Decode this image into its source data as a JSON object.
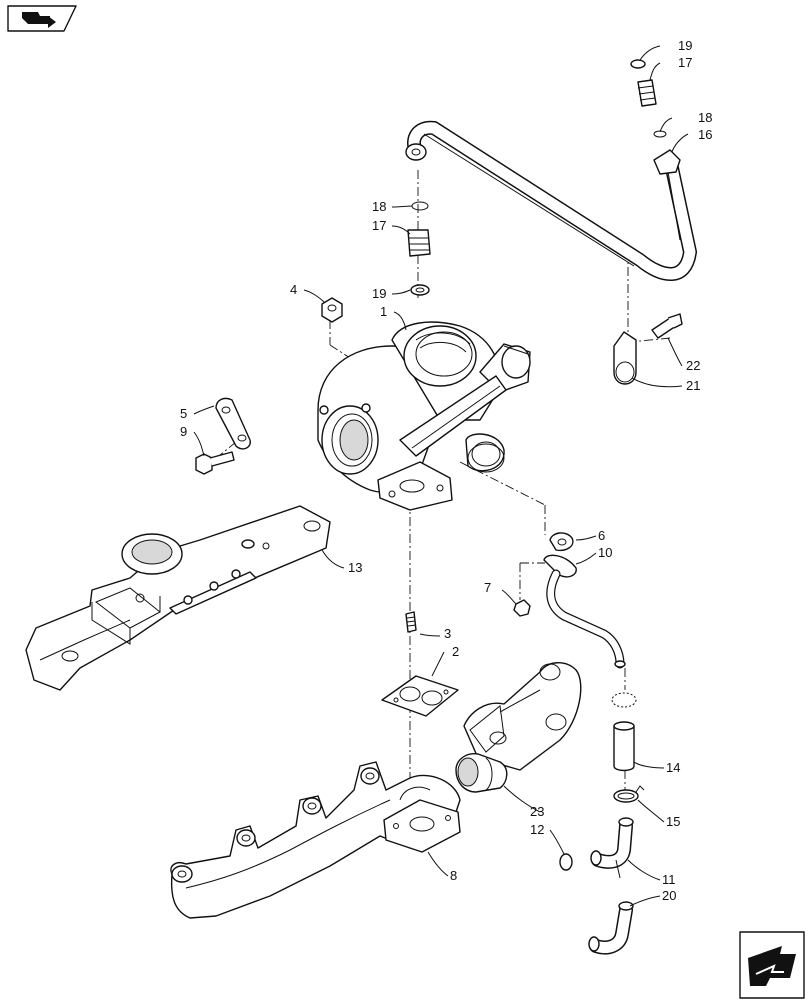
{
  "nav": {
    "top_icon": "book-arrow-icon",
    "bottom_icon": "next-page-arrow-icon"
  },
  "callouts": {
    "c1": "1",
    "c2": "2",
    "c3": "3",
    "c4": "4",
    "c5": "5",
    "c6": "6",
    "c7": "7",
    "c8": "8",
    "c9": "9",
    "c10": "10",
    "c11": "11",
    "c12": "12",
    "c13": "13",
    "c14": "14",
    "c15": "15",
    "c16": "16",
    "c17a": "17",
    "c17b": "17",
    "c18a": "18",
    "c18b": "18",
    "c19a": "19",
    "c19b": "19",
    "c20": "20",
    "c21": "21",
    "c22": "22",
    "c23": "23"
  }
}
